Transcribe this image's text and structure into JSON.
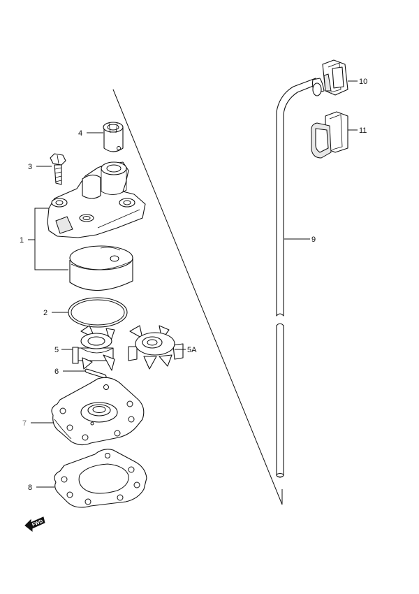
{
  "callouts": [
    {
      "id": "label-1",
      "text": "1"
    },
    {
      "id": "label-2",
      "text": "2"
    },
    {
      "id": "label-3",
      "text": "3"
    },
    {
      "id": "label-4",
      "text": "4"
    },
    {
      "id": "label-5",
      "text": "5"
    },
    {
      "id": "label-5a",
      "text": "5A"
    },
    {
      "id": "label-6",
      "text": "6"
    },
    {
      "id": "label-7",
      "text": "7"
    },
    {
      "id": "label-8",
      "text": "8"
    },
    {
      "id": "label-9",
      "text": "9"
    },
    {
      "id": "label-10",
      "text": "10"
    },
    {
      "id": "label-11",
      "text": "11"
    }
  ],
  "front_marker": {
    "text": "FWD"
  },
  "colors": {
    "line": "#111111",
    "background": "#ffffff",
    "callout_7": "#777777"
  }
}
